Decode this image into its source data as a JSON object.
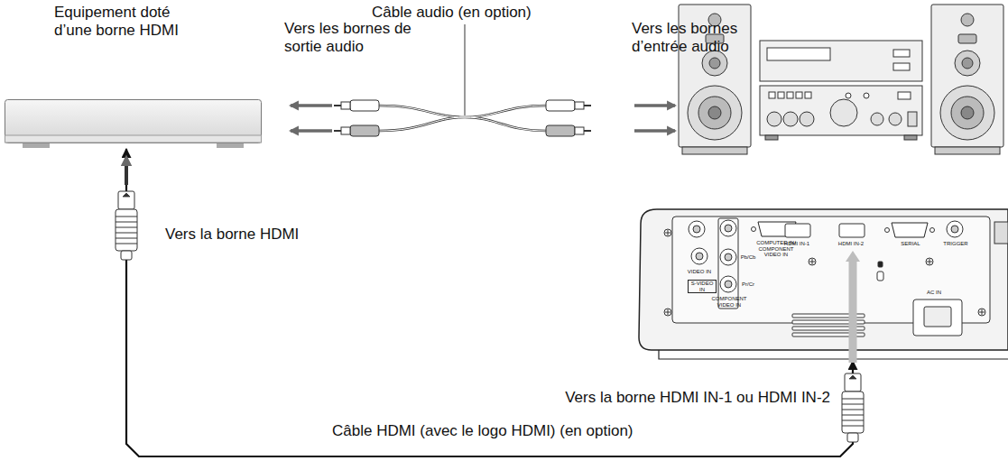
{
  "diagram": {
    "nodes": [
      {
        "text": [
          "Equipement doté d’une borne HDMI"
        ]
      },
      {
        "text": [
          "VIDEO IN",
          "S-VIDEO IN",
          "Pb/Cb",
          "Pr/Cr",
          "COMPONENT VIDEO IN",
          "COMPUTER IN/ COMPONENT VIDEO IN",
          "HDMI IN-1",
          "HDMI IN-2",
          "SERIAL",
          "TRIGGER",
          "AC IN"
        ]
      }
    ],
    "edges": [
      {
        "from": 0,
        "to": 1,
        "arrow": "both",
        "label": "Câble HDMI (avec le logo HDMI) (en option)"
      }
    ],
    "labels": [
      "Câble audio (en option)",
      "Vers les bornes de sortie audio",
      "Vers les bornes d’entrée audio",
      "Vers la borne HDMI",
      "Vers la borne HDMI IN-1 ou HDMI IN-2"
    ]
  }
}
